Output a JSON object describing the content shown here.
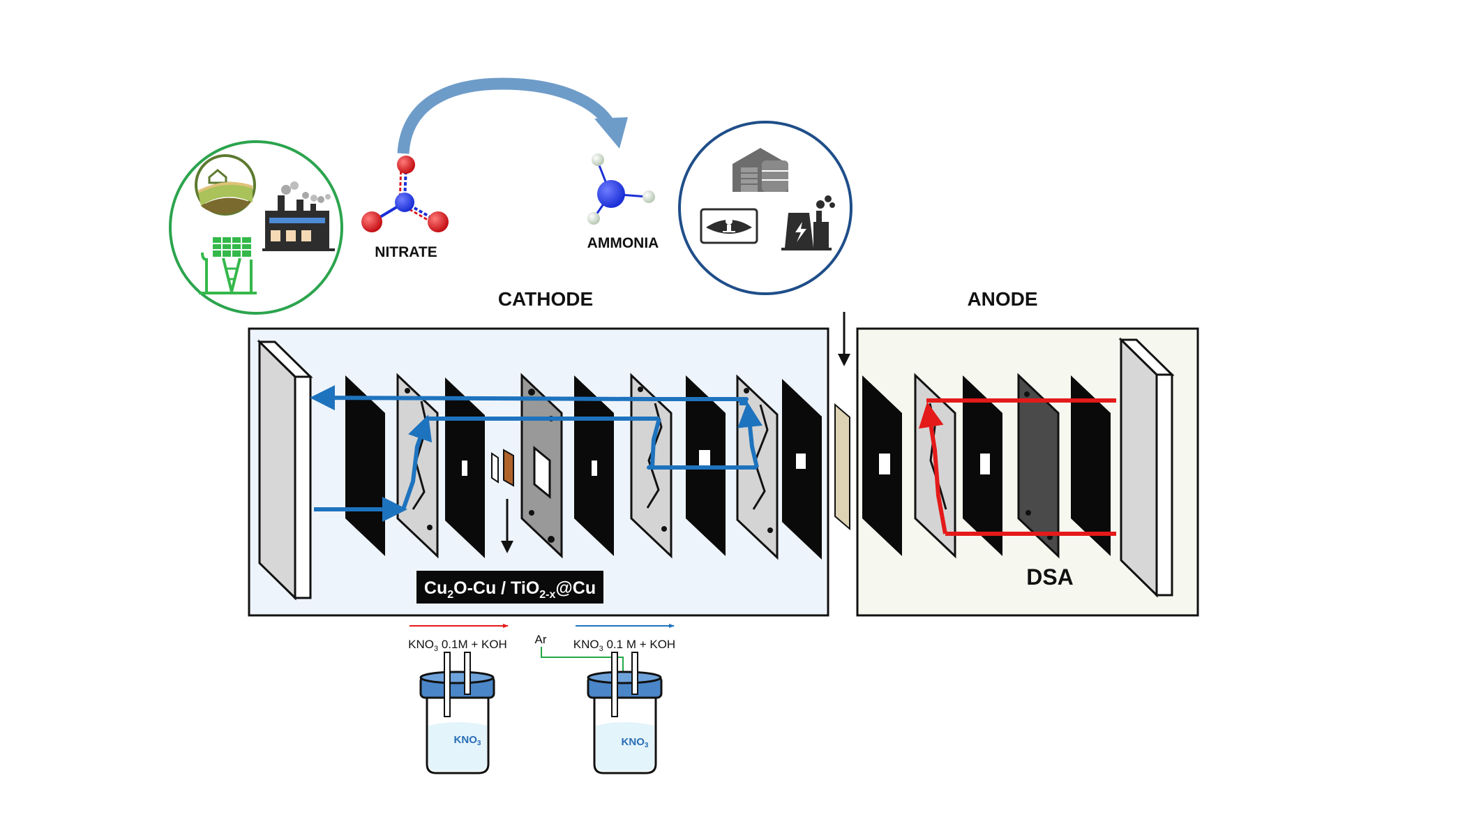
{
  "labels": {
    "nitrate": "NITRATE",
    "ammonia": "AMMONIA",
    "cathode": "CATHODE",
    "anode": "ANODE",
    "dsa": "DSA",
    "argon": "Ar"
  },
  "catalyst": {
    "part1": "Cu",
    "sub1": "2",
    "part2": "O-Cu / TiO",
    "sub2": "2-x",
    "part3": "@Cu"
  },
  "electrolytes": {
    "left": {
      "pre": "KNO",
      "sub": "3",
      "post": " 0.1M + KOH",
      "bottle_pre": "KNO",
      "bottle_sub": "3"
    },
    "right": {
      "pre": "KNO",
      "sub": "3",
      "post": " 0.1 M + KOH",
      "bottle_pre": "KNO",
      "bottle_sub": "3"
    }
  },
  "icons": {
    "sources": [
      "farm-icon",
      "factory-icon",
      "greenhouse-icon"
    ],
    "uses": [
      "storage-warehouse-icon",
      "fertilizer-icon",
      "power-plant-icon"
    ]
  },
  "colors": {
    "catholyte_flow": "#1e73be",
    "anolyte_flow": "#e41a1a",
    "curve_arrow": "#6e9cc9",
    "source_circle": "#2ca44e",
    "use_circle": "#1f4e89",
    "cathode_bg": "#eef4fb",
    "anode_bg": "#f6f8f0",
    "nitrogen": "#1a2fd6",
    "oxygen": "#d9161b",
    "argon_line": "#22a845",
    "bottle_cap": "#4a86c8"
  }
}
